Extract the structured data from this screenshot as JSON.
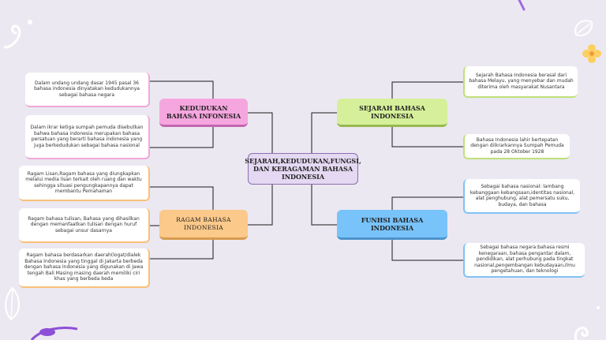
{
  "center": {
    "label": "SEJARAH,KEDUDUKAN,FUNGSI, DAN KERAGAMAN BAHASA INDONESIA"
  },
  "branches": {
    "kedudukan": {
      "label": "KEDUDUKAN BAHASA INFONESIA"
    },
    "sejarah": {
      "label": "SEJARAH BAHASA INDONESIA"
    },
    "ragam": {
      "label": "RAGAM BAHASA INDONESIA"
    },
    "fungsi": {
      "label": "FUNHSI BAHASA INDONESIA"
    }
  },
  "leaves": {
    "kedudukan": [
      "Dalam undang undang dasar 1945 pasal 36 bahasa indonesia dinyatakan kedudukannya sebagai bahasa negara",
      "Dalam ikrar ketiga sumpah pemuda disebutkan bahwa bahasa indonesia merupakan bahasa persatuan yang berarti bahasa indonesia yang juga berkedudukan sebagai bahasa nasional"
    ],
    "sejarah": [
      "Sejarah Bahasa Indonesia berasal dari bahasa Melayu, yang menyebar dan mudah diterima oleh masyarakat Nusantara",
      "Bahasa Indonesia lahir bertepatan dengan diikrarkannya Sumpah Pemuda pada 28 Oktober 1928"
    ],
    "ragam": [
      "Ragam Lisan,Ragam bahasa yang diungkapkan melalui media lisan terkait oleh ruang dan waktu sehingga situasi pengungkapannya dapat membantu Pemahaman",
      "Ragam bahasa tulisan, Bahasa yang dihasilkan dengan memanfaatkan tulisan dengan huruf sebagai unsur dasarnya",
      "Ragam bahasa berdasarkan daerah(logat/dialek Bahasa Indonesia yang tinggal di Jakarta berbeda dengan bahasa Indonesia yang digunakan di Jawa tengah Bali Masing masing daerah memiliki ciri khas yang berbeda beda"
    ],
    "fungsi": [
      "Sebagai bahasa nasional: lambang kebanggaan kebangsaan,identitas nasional, alat penghubung, alat pemersatu suku, budaya, dan bahasa",
      "Sebagai bahasa negara:bahasa resmi kenegaraan, bahasa pengantar dalam, pendidikan, alat perhubung pada tingkat nasional,pengembangan kebudayaan,ilmu pengetahuan, dan teknologi"
    ]
  },
  "colors": {
    "background": "#ece8f1",
    "center": "#e4d8f2",
    "kedudukan": "#f6a6df",
    "sejarah": "#d6ef9a",
    "ragam": "#fbc98a",
    "fungsi": "#79c3fb",
    "connector": "#1a1a1a"
  },
  "decorations": [
    "swirl-icon",
    "flower-icon",
    "leaf-icon",
    "sparkle-icon"
  ]
}
